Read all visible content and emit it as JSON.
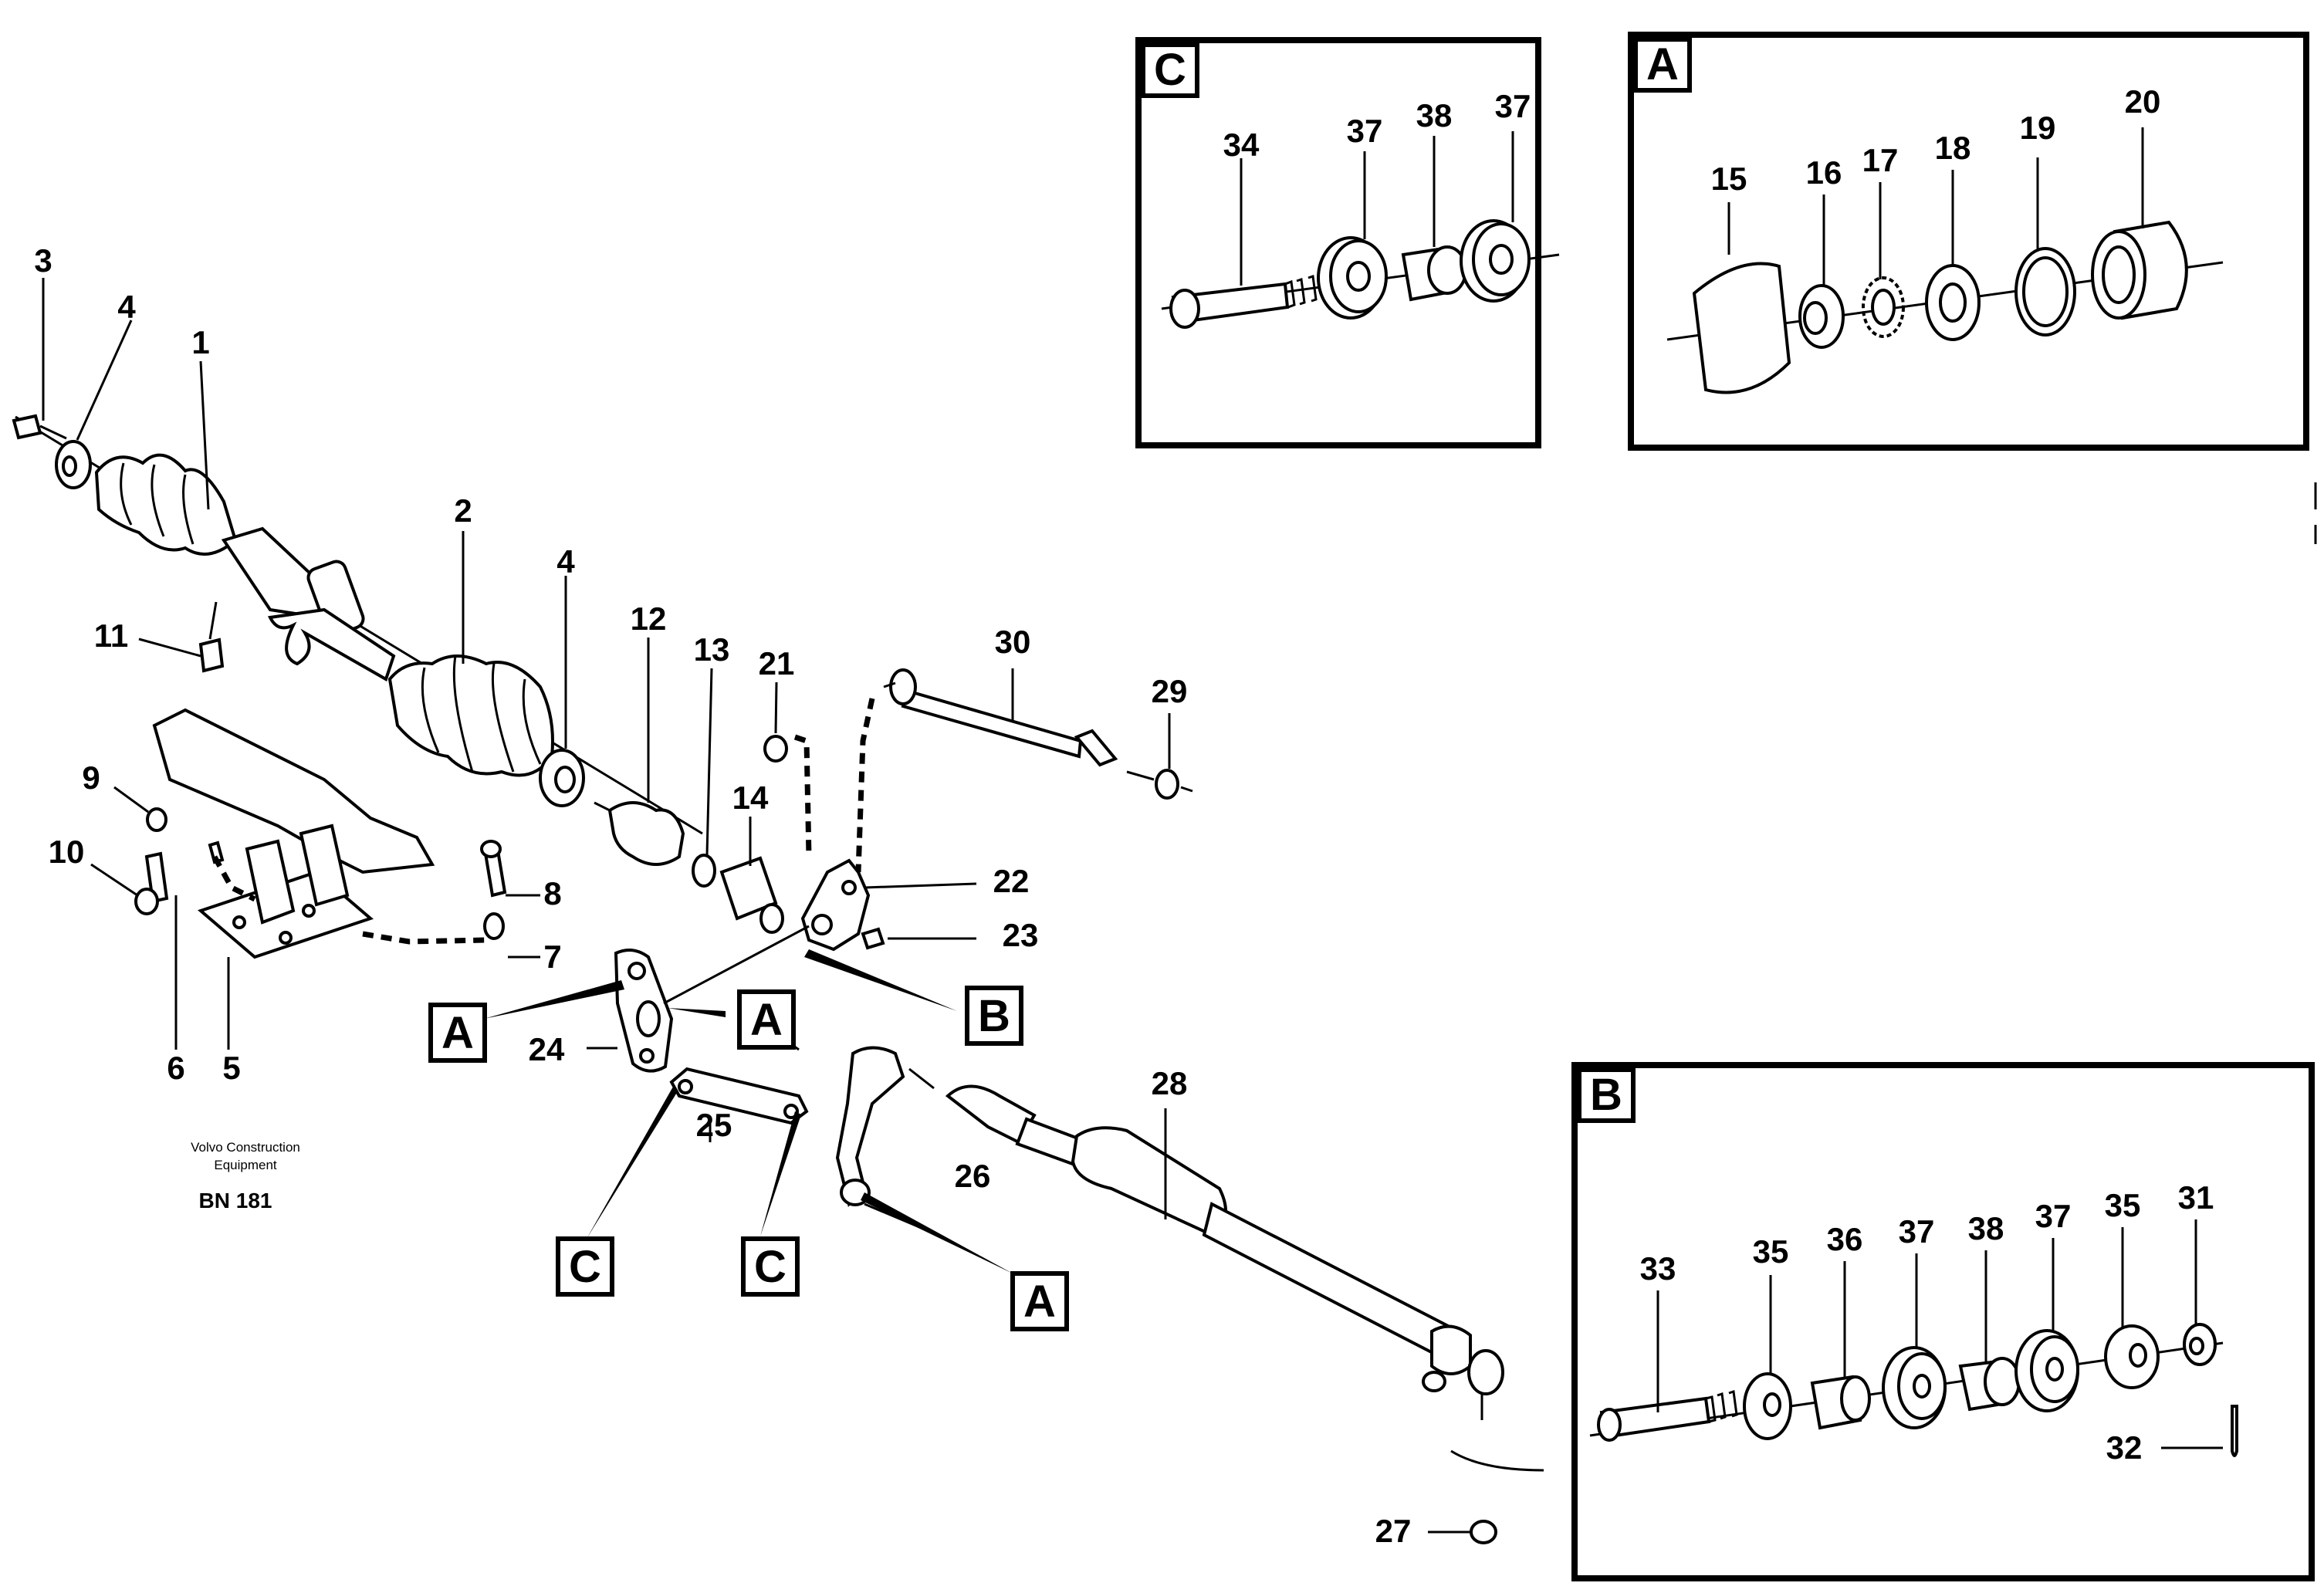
{
  "insets": {
    "c": {
      "letter": "C",
      "labels": [
        "34",
        "37",
        "38",
        "37"
      ]
    },
    "a": {
      "letter": "A",
      "labels": [
        "15",
        "16",
        "17",
        "18",
        "19",
        "20"
      ]
    },
    "b": {
      "letter": "B",
      "labels": [
        "33",
        "35",
        "36",
        "37",
        "38",
        "37",
        "35",
        "31",
        "32"
      ]
    }
  },
  "callouts": {
    "n1": "1",
    "n2": "2",
    "n3": "3",
    "n4a": "4",
    "n4b": "4",
    "n5": "5",
    "n6": "6",
    "n7": "7",
    "n8": "8",
    "n9": "9",
    "n10": "10",
    "n11": "11",
    "n12": "12",
    "n13": "13",
    "n14": "14",
    "n21": "21",
    "n22": "22",
    "n23": "23",
    "n24": "24",
    "n25": "25",
    "n26": "26",
    "n27": "27",
    "n28": "28",
    "n29": "29",
    "n30": "30"
  },
  "ref_boxes": {
    "a1": "A",
    "a2": "A",
    "a3": "A",
    "b1": "B",
    "c1": "C",
    "c2": "C"
  },
  "footer": {
    "company_line1": "Volvo Construction",
    "company_line2": "Equipment",
    "code": "BN 181"
  }
}
